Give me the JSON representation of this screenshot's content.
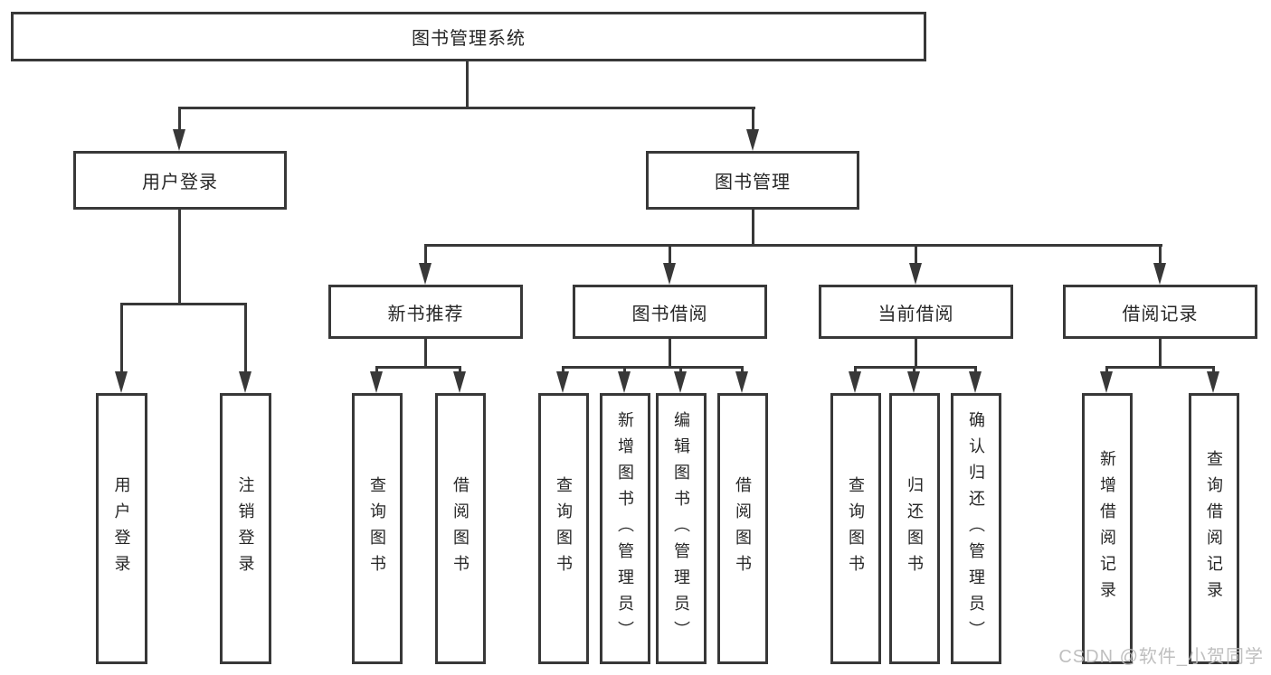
{
  "tree": {
    "root": {
      "label": "图书管理系统",
      "children": [
        {
          "label": "用户登录",
          "children": [
            {
              "label": "用户登录"
            },
            {
              "label": "注销登录"
            }
          ]
        },
        {
          "label": "图书管理",
          "children": [
            {
              "label": "新书推荐",
              "children": [
                {
                  "label": "查询图书"
                },
                {
                  "label": "借阅图书"
                }
              ]
            },
            {
              "label": "图书借阅",
              "children": [
                {
                  "label": "查询图书"
                },
                {
                  "label": "新增图书（管理员）"
                },
                {
                  "label": "编辑图书（管理员）"
                },
                {
                  "label": "借阅图书"
                }
              ]
            },
            {
              "label": "当前借阅",
              "children": [
                {
                  "label": "查询图书"
                },
                {
                  "label": "归还图书"
                },
                {
                  "label": "确认归还（管理员）"
                }
              ]
            },
            {
              "label": "借阅记录",
              "children": [
                {
                  "label": "新增借阅记录"
                },
                {
                  "label": "查询借阅记录"
                }
              ]
            }
          ]
        }
      ]
    },
    "colors": {
      "line": "#383838",
      "box_border": "#383838",
      "text": "#262626",
      "background": "#ffffff",
      "watermark": "#bababa"
    }
  },
  "watermark": {
    "text": "CSDN @软件_小贺同学"
  }
}
